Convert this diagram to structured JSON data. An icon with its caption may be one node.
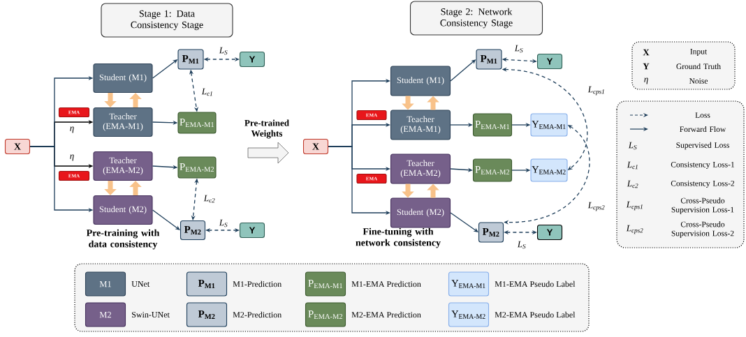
{
  "diagram": {
    "nodes": [
      {
        "text": [
          "Stage 1: Data Consistency Stage"
        ]
      },
      {
        "text": [
          "Stage 2: Network Consistency Stage"
        ]
      },
      {
        "text": [
          "X"
        ]
      },
      {
        "text": [
          "Student (M1)"
        ]
      },
      {
        "text": [
          "Teacher (EMA-M1)"
        ]
      },
      {
        "text": [
          "Teacher (EMA-M2)"
        ]
      },
      {
        "text": [
          "Student (M2)"
        ]
      },
      {
        "text": [
          "EMA"
        ]
      },
      {
        "text": [
          "EMA"
        ]
      },
      {
        "text": [
          "P$_{M1}$"
        ]
      },
      {
        "text": [
          "Y"
        ]
      },
      {
        "text": [
          "P$_{EMA-M1}$"
        ]
      },
      {
        "text": [
          "P$_{EMA-M2}$"
        ]
      },
      {
        "text": [
          "P$_{M2}$"
        ]
      },
      {
        "text": [
          "Y"
        ]
      },
      {
        "text": [
          "X"
        ]
      },
      {
        "text": [
          "Student (M1)"
        ]
      },
      {
        "text": [
          "Teacher (EMA-M1)"
        ]
      },
      {
        "text": [
          "Teacher (EMA-M2)"
        ]
      },
      {
        "text": [
          "Student (M2)"
        ]
      },
      {
        "text": [
          "EMA"
        ]
      },
      {
        "text": [
          "EMA"
        ]
      },
      {
        "text": [
          "P$_{M1}$"
        ]
      },
      {
        "text": [
          "Y"
        ]
      },
      {
        "text": [
          "P$_{EMA-M1}$"
        ]
      },
      {
        "text": [
          "Y$_{EMA-M1}$"
        ]
      },
      {
        "text": [
          "P$_{EMA-M2}$"
        ]
      },
      {
        "text": [
          "Y$_{EMA-M2}$"
        ]
      },
      {
        "text": [
          "P$_{M2}$"
        ]
      },
      {
        "text": [
          "Y"
        ]
      },
      {
        "text": [
          "M1"
        ],
        "beside": [
          "UNet"
        ]
      },
      {
        "text": [
          "P$_{M1}$"
        ],
        "beside": [
          "M1-Prediction"
        ]
      },
      {
        "text": [
          "P$_{EMA-M1}$"
        ],
        "beside": [
          "M1-EMA Prediction"
        ]
      },
      {
        "text": [
          "Y$_{EMA-M1}$"
        ],
        "beside": [
          "M1-EMA Pseudo Label"
        ]
      },
      {
        "text": [
          "M2"
        ],
        "beside": [
          "Swin-UNet"
        ]
      },
      {
        "text": [
          "P$_{M2}$"
        ],
        "beside": [
          "M2-Prediction"
        ]
      },
      {
        "text": [
          "P$_{EMA-M2}$"
        ],
        "beside": [
          "M2-EMA Prediction"
        ]
      },
      {
        "text": [
          "Y$_{EMA-M2}$"
        ],
        "beside": [
          "M2-EMA Pseudo Label"
        ]
      }
    ],
    "edges": [
      {
        "from": 2,
        "to": 3,
        "arrow": "to"
      },
      {
        "from": 2,
        "to": 4,
        "arrow": "to",
        "color": "#000000",
        "label": "η"
      },
      {
        "from": 2,
        "to": 5,
        "arrow": "to",
        "color": "#000000",
        "label": "η"
      },
      {
        "from": 2,
        "to": 6,
        "arrow": "to"
      },
      {
        "from": 3,
        "to": 4,
        "arrow": "to",
        "style": "thick",
        "color": "#f8c28a"
      },
      {
        "from": 4,
        "to": 3,
        "arrow": "to",
        "style": "thick",
        "color": "#f8c28a"
      },
      {
        "from": 5,
        "to": 6,
        "arrow": "to",
        "style": "thick",
        "color": "#f8c28a"
      },
      {
        "from": 6,
        "to": 5,
        "arrow": "to",
        "style": "thick",
        "color": "#f8c28a"
      },
      {
        "from": 3,
        "to": 9,
        "arrow": "to"
      },
      {
        "from": 4,
        "to": 11,
        "arrow": "to"
      },
      {
        "from": 5,
        "to": 12,
        "arrow": "to"
      },
      {
        "from": 6,
        "to": 13,
        "arrow": "to"
      },
      {
        "from": 9,
        "to": 10,
        "arrow": "both",
        "style": "dashed",
        "label": "L$_{S}$"
      },
      {
        "from": 9,
        "to": 11,
        "arrow": "both",
        "style": "dashed",
        "label": "L$_{c1}$"
      },
      {
        "from": 12,
        "to": 13,
        "arrow": "both",
        "style": "dashed",
        "label": "L$_{c2}$"
      },
      {
        "from": 13,
        "to": 14,
        "arrow": "both",
        "style": "dashed",
        "label": "L$_{S}$"
      },
      {
        "from": 15,
        "to": 16,
        "arrow": "to"
      },
      {
        "from": 15,
        "to": 17,
        "arrow": "to"
      },
      {
        "from": 15,
        "to": 18,
        "arrow": "to"
      },
      {
        "from": 15,
        "to": 19,
        "arrow": "to"
      },
      {
        "from": 16,
        "to": 17,
        "arrow": "to",
        "style": "thick",
        "color": "#f8c28a"
      },
      {
        "from": 17,
        "to": 16,
        "arrow": "to",
        "style": "thick",
        "color": "#f8c28a"
      },
      {
        "from": 18,
        "to": 19,
        "arrow": "to",
        "style": "thick",
        "color": "#f8c28a"
      },
      {
        "from": 19,
        "to": 18,
        "arrow": "to",
        "style": "thick",
        "color": "#f8c28a"
      },
      {
        "from": 16,
        "to": 22,
        "arrow": "to"
      },
      {
        "from": 17,
        "to": 24,
        "arrow": "to"
      },
      {
        "from": 18,
        "to": 26,
        "arrow": "to"
      },
      {
        "from": 19,
        "to": 28,
        "arrow": "to"
      },
      {
        "from": 24,
        "to": 25,
        "arrow": "to"
      },
      {
        "from": 26,
        "to": 27,
        "arrow": "to"
      },
      {
        "from": 22,
        "to": 23,
        "arrow": "both",
        "style": "dashed",
        "label": "L$_{S}$"
      },
      {
        "from": 28,
        "to": 29,
        "arrow": "both",
        "style": "dashed",
        "label": "L$_{S}$"
      },
      {
        "from": 22,
        "to": 27,
        "arrow": "both",
        "style": "dashed",
        "label": "L$_{cps1}$"
      },
      {
        "from": 25,
        "to": 28,
        "arrow": "both",
        "style": "dashed",
        "label": "L$_{cps2}$"
      }
    ],
    "labels": [
      "Pre-trained Weights",
      "Pre-training with data consistency",
      "Fine-tuning with network consistency",
      "X",
      "Y",
      "η",
      "L$_{S}$",
      "L$_{c1}$",
      "L$_{c2}$",
      "L$_{cps1}$",
      "L$_{cps2}$"
    ],
    "legend": [
      {
        "text": "Input"
      },
      {
        "text": "Ground Truth"
      },
      {
        "text": "Noise"
      },
      {
        "text": "Loss"
      },
      {
        "text": "Forward Flow"
      },
      {
        "text": "Supervised Loss"
      },
      {
        "text": "Consistency Loss-1"
      },
      {
        "text": "Consistency Loss-2"
      },
      {
        "text": "Cross-Pseudo Supervision Loss-1"
      },
      {
        "text": "Cross-Pseudo Supervision Loss-2"
      }
    ]
  }
}
